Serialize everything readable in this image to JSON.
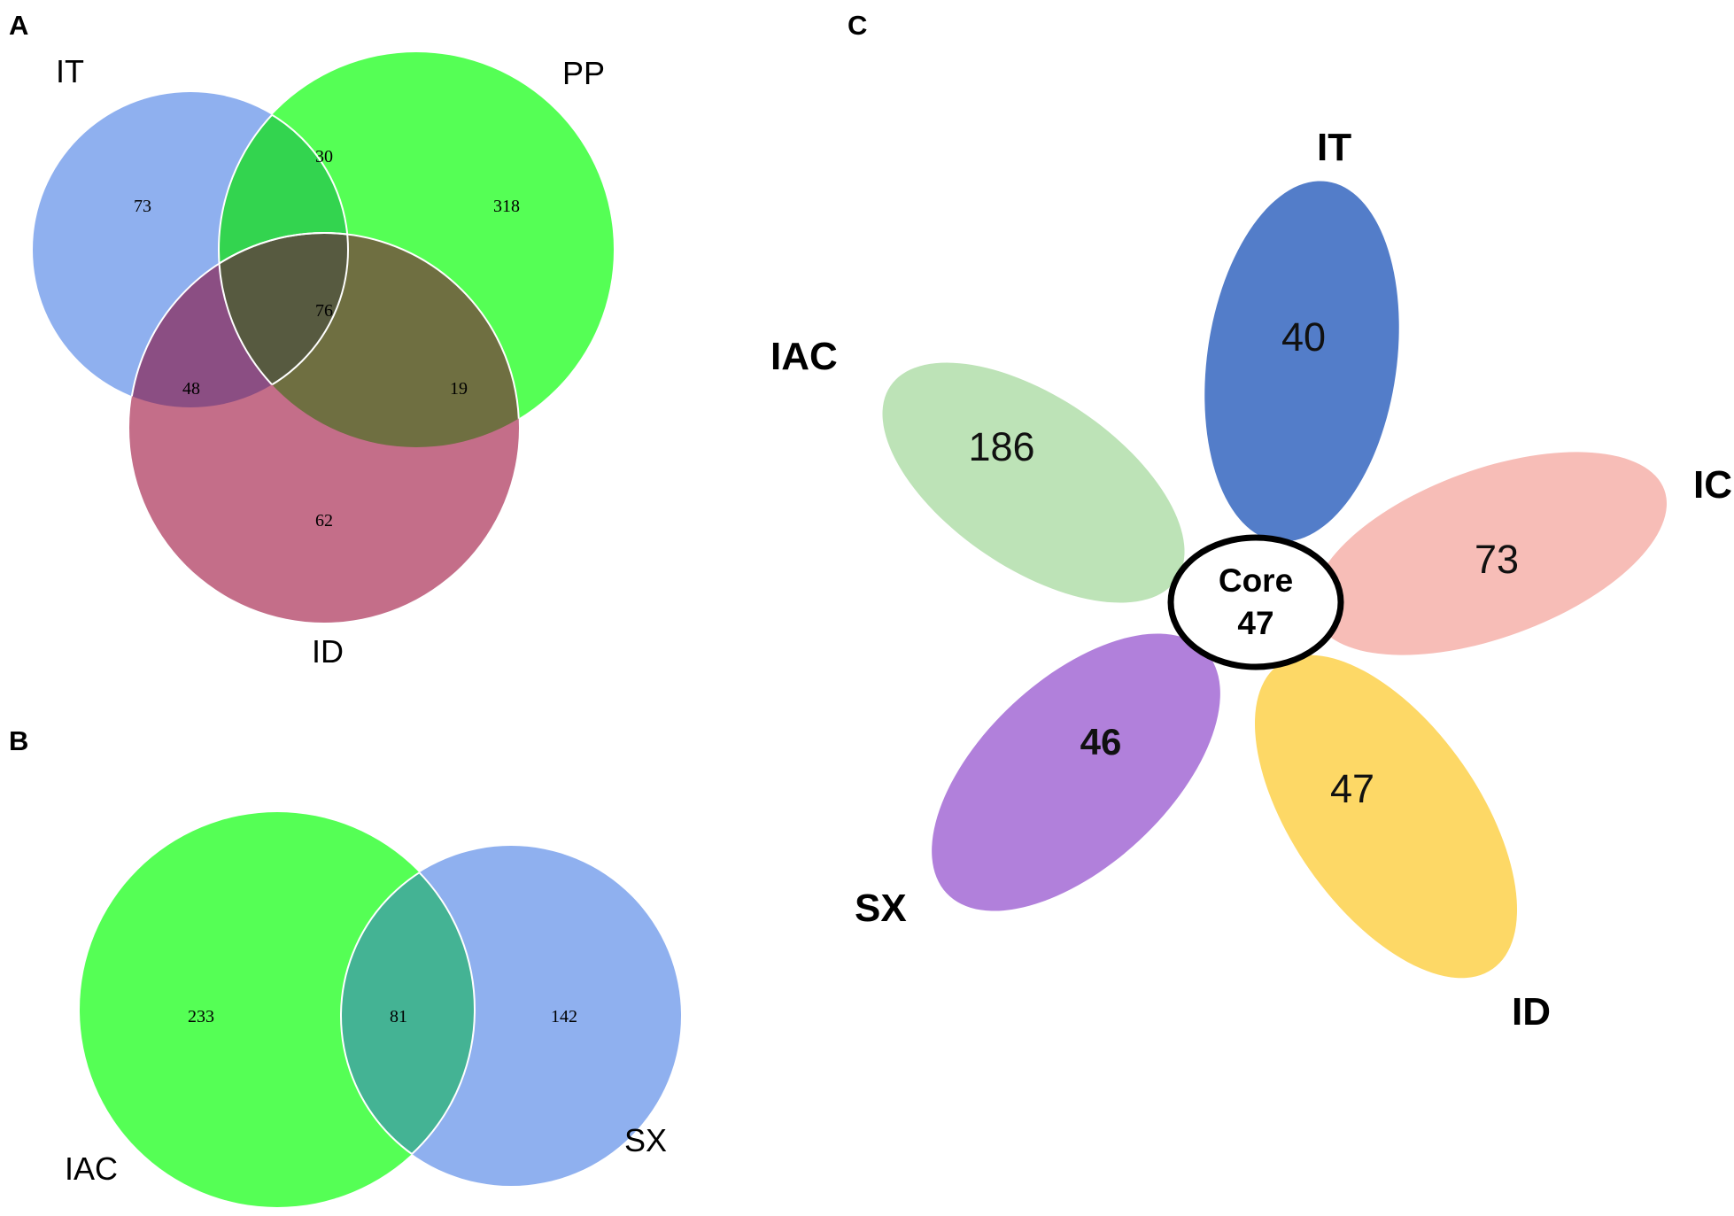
{
  "panels": {
    "a": {
      "letter": "A",
      "sets": {
        "it": "IT",
        "pp": "PP",
        "id": "ID"
      },
      "regions": {
        "it_only": "73",
        "pp_only": "318",
        "id_only": "62",
        "it_pp": "30",
        "it_id": "48",
        "pp_id": "19",
        "all": "76"
      },
      "colors": {
        "it": "#8fb0ef",
        "pp": "#55ff55",
        "id": "#c46e89",
        "it_pp": "#33d44f",
        "it_id": "#8b4e83",
        "pp_id": "#6f6f41",
        "all": "#575a40"
      }
    },
    "b": {
      "letter": "B",
      "sets": {
        "iac": "IAC",
        "sx": "SX"
      },
      "regions": {
        "iac_only": "233",
        "overlap": "81",
        "sx_only": "142"
      },
      "colors": {
        "iac": "#55ff55",
        "sx": "#8fb0ef",
        "overlap": "#44b394"
      }
    },
    "c": {
      "letter": "C",
      "core": {
        "label": "Core",
        "value": "47"
      },
      "petals": [
        {
          "key": "it",
          "label": "IT",
          "value": "40",
          "color": "#537dc9"
        },
        {
          "key": "ic",
          "label": "IC",
          "value": "73",
          "color": "#f7bdb7"
        },
        {
          "key": "id",
          "label": "ID",
          "value": "47",
          "color": "#fdd866"
        },
        {
          "key": "sx",
          "label": "SX",
          "value": "46",
          "color": "#b180db"
        },
        {
          "key": "iac",
          "label": "IAC",
          "value": "186",
          "color": "#bde3b7"
        }
      ]
    }
  }
}
